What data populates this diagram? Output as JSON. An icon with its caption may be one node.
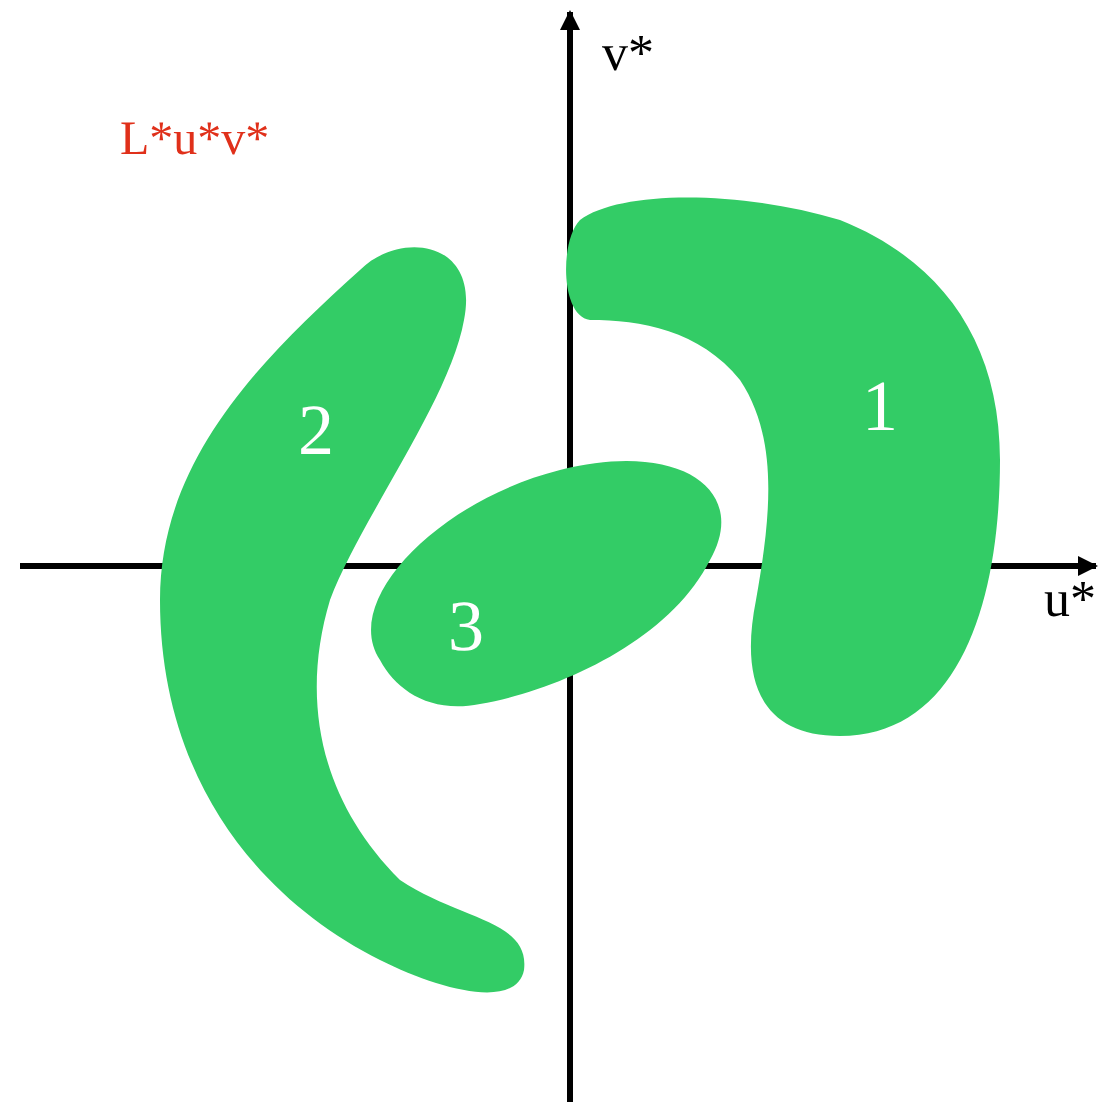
{
  "diagram": {
    "nodes": [
      {
        "text": [
          "1"
        ]
      },
      {
        "text": [
          "2"
        ]
      },
      {
        "text": [
          "3"
        ]
      }
    ],
    "labels": [
      "L*u*v*",
      "v*",
      "u*"
    ]
  }
}
